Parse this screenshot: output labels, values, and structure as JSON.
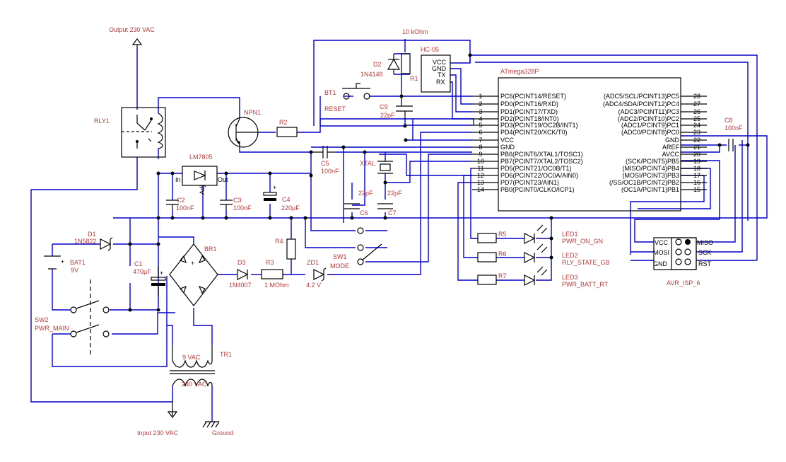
{
  "colors": {
    "wire": "#0000c8",
    "label": "#b03a3a",
    "part": "#000000",
    "background": "#ffffff"
  },
  "labels": {
    "output": "Output 230 VAC",
    "rly1": "RLY1",
    "lm7805": "LM7805",
    "lm_in": "In",
    "lm_adj": "Adj",
    "lm_out": "Out",
    "npn1": "NPN1",
    "r2": "R2",
    "d2": "D2",
    "d2_type": "1N4148",
    "r1": "R1",
    "r1_value": "10 kOhm",
    "hc05": "HC-05",
    "hc_vcc": "VCC",
    "hc_gnd": "GND",
    "hc_tx": "TX",
    "hc_rx": "RX",
    "bt1": "BT1",
    "reset": "RESET",
    "c9": "C9",
    "c9_value": "22pF",
    "atmega": "ATmega328P",
    "c5": "C5",
    "c5_value": "100nF",
    "xtal": "XTAL",
    "c6": "C6",
    "c6_value": "22pF",
    "c7": "C7",
    "c7_value": "22pF",
    "c8": "C8",
    "c8_value": "100nF",
    "c2": "C2",
    "c2_value": "100nF",
    "c3": "C3",
    "c3_value": "100nF",
    "c4": "C4",
    "c4_value": "220µF",
    "d1": "D1",
    "d1_type": "1N5822",
    "bat1": "BAT1",
    "bat1_value": "9V",
    "c1": "C1",
    "c1_value": "470µF",
    "br1": "BR1",
    "d3": "D3",
    "d3_type": "1N4007",
    "r3": "R3",
    "r3_value": "1 MOhm",
    "zd1": "ZD1",
    "zd1_value": "4.2 V",
    "r4": "R4",
    "sw1": "SW1",
    "mode": "MODE",
    "sw2": "SW2",
    "pwr_main": "PWR_MAIN",
    "tr1": "TR1",
    "tr_sec": "9 VAC",
    "tr_pri": "230 VAC",
    "input": "Input 230 VAC",
    "ground": "Ground",
    "r5": "R5",
    "r6": "R6",
    "r7": "R7",
    "led1": "LED1",
    "led1_net": "PWR_ON_GN",
    "led2": "LED2",
    "led2_net": "RLY_STATE_GB",
    "led3": "LED3",
    "led3_net": "PWR_BATT_RT",
    "isp": "AVR_ISP_6",
    "isp_vcc": "VCC",
    "isp_miso": "MISO",
    "isp_mosi": "MOSI",
    "isp_sck": "SCK",
    "isp_gnd": "GND",
    "isp_rst": "RST",
    "plus": "+"
  },
  "mcu": {
    "left_pins": [
      {
        "num": "1",
        "name": "PC6(PCINT14/RESET)"
      },
      {
        "num": "2",
        "name": "PD0(PCINT16/RXD)"
      },
      {
        "num": "3",
        "name": "PD1(PCINT17/TXD)"
      },
      {
        "num": "4",
        "name": "PD2(PCINT18/INT0)"
      },
      {
        "num": "5",
        "name": "PD3(PCINT19/OC2B/INT1)"
      },
      {
        "num": "6",
        "name": "PD4(PCINT20/XCK/T0)"
      },
      {
        "num": "7",
        "name": "VCC"
      },
      {
        "num": "8",
        "name": "GND"
      },
      {
        "num": "9",
        "name": "PB6(PCINT6/XTAL1/TOSC1)"
      },
      {
        "num": "10",
        "name": "PB7(PCINT7/XTAL2/TOSC2)"
      },
      {
        "num": "11",
        "name": "PD5(PCINT21/OC0B/T1)"
      },
      {
        "num": "12",
        "name": "PD6(PCINT22/OC0A/AIN0)"
      },
      {
        "num": "13",
        "name": "PD7(PCINT23/AIN1)"
      },
      {
        "num": "14",
        "name": "PB0(PCINT0/CLKO/ICP1)"
      }
    ],
    "right_pins": [
      {
        "num": "28",
        "name": "(ADC5/SCL/PCINT13)PC5"
      },
      {
        "num": "27",
        "name": "(ADC4/SDA/PCINT12)PC4"
      },
      {
        "num": "26",
        "name": "(ADC3/PCINT11)PC3"
      },
      {
        "num": "25",
        "name": "(ADC2/PCINT10)PC2"
      },
      {
        "num": "24",
        "name": "(ADC1/PCINT9)PC1"
      },
      {
        "num": "23",
        "name": "(ADC0/PCINT8)PC0"
      },
      {
        "num": "22",
        "name": "GND"
      },
      {
        "num": "21",
        "name": "AREF"
      },
      {
        "num": "20",
        "name": "AVCC"
      },
      {
        "num": "19",
        "name": "(SCK/PCINT5)PB5"
      },
      {
        "num": "18",
        "name": "(MISO/PCINT4)PB4"
      },
      {
        "num": "17",
        "name": "(MOSI/PCINT3)PB3"
      },
      {
        "num": "16",
        "name": "(/SS/OC1B/PCINT2)PB2"
      },
      {
        "num": "15",
        "name": "(OC1A/PCINT1)PB1"
      }
    ]
  }
}
